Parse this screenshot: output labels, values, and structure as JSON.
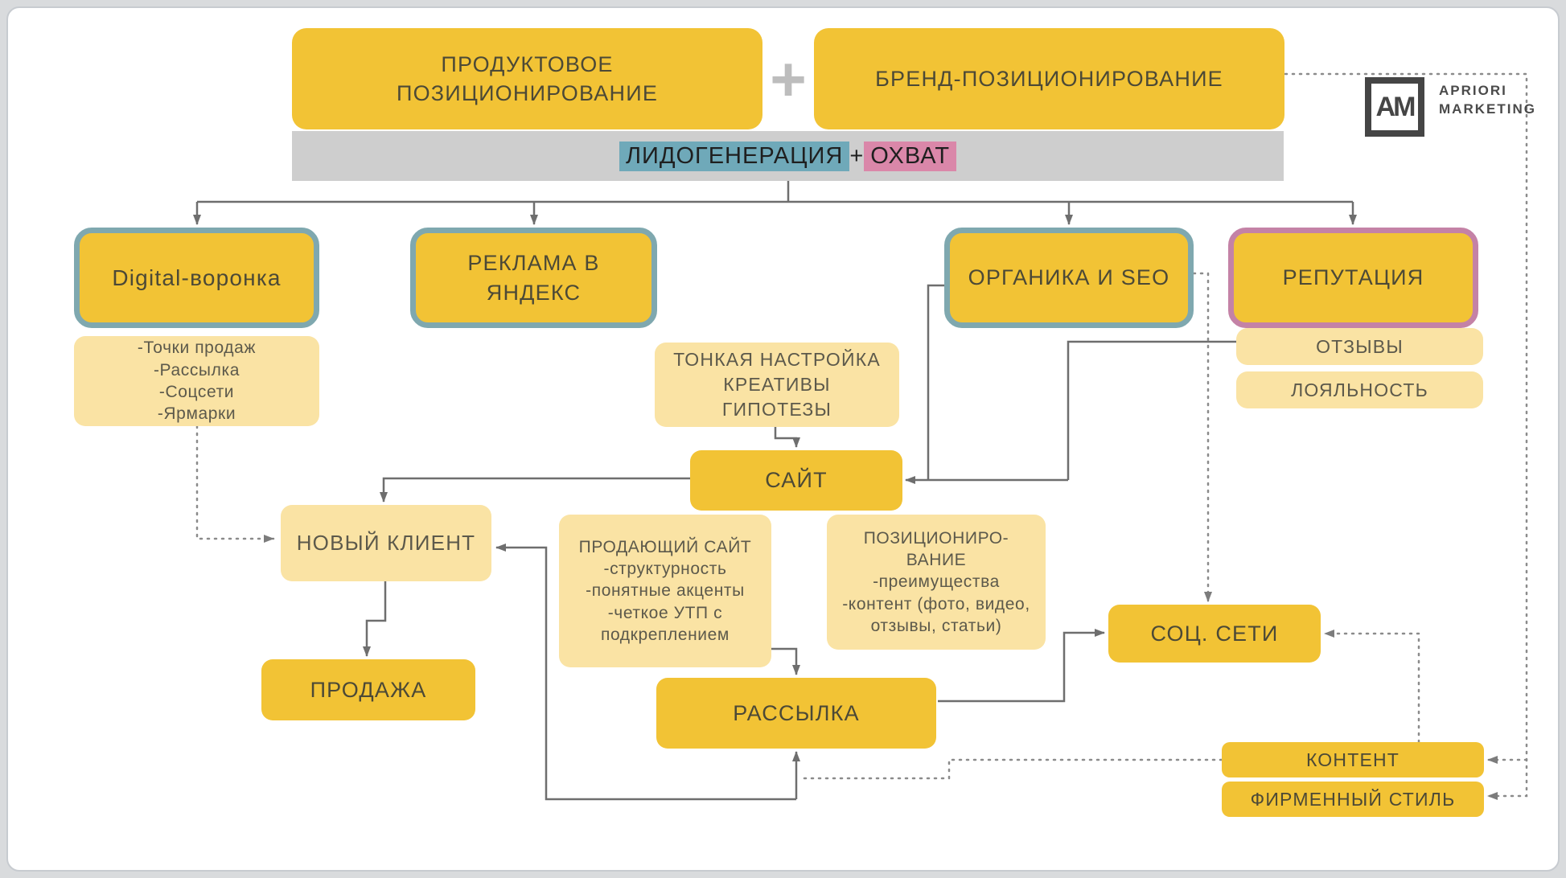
{
  "colors": {
    "bright_yellow": "#F2C335",
    "light_yellow": "#FAE3A4",
    "teal_border": "#7FA8AF",
    "pink_border": "#C482A6",
    "teal_highlight": "#6FA9B9",
    "pink_highlight": "#DA87A9",
    "gray_bar": "#CECECE",
    "line_solid": "#6e6e6e",
    "line_dotted": "#8b8b8b"
  },
  "logo": {
    "monogram": "AM",
    "name": "APRIORI\nMARKETING"
  },
  "top": {
    "product": "ПРОДУКТОВОЕ\nПОЗИЦИОНИРОВАНИЕ",
    "plus": "+",
    "brand": "БРЕНД-ПОЗИЦИОНИРОВАНИЕ"
  },
  "bar": {
    "lead": "ЛИДОГЕНЕРАЦИЯ",
    "plus": "+",
    "reach": "ОХВАТ"
  },
  "channels": {
    "digital": "Digital-воронка",
    "digital_details": "-Точки продаж\n-Рассылка\n-Соцсети\n-Ярмарки",
    "yandex": "РЕКЛАМА В\nЯНДЕКС",
    "organic": "ОРГАНИКА И SEO",
    "reputation": "РЕПУТАЦИЯ",
    "reviews": "ОТЗЫВЫ",
    "loyalty": "ЛОЯЛЬНОСТЬ"
  },
  "middle": {
    "tuning": "ТОНКАЯ НАСТРОЙКА\nКРЕАТИВЫ\nГИПОТЕЗЫ",
    "site": "САЙТ",
    "selling_site": "ПРОДАЮЩИЙ САЙТ\n-структурность\n-понятные акценты\n-четкое УТП с\nподкреплением",
    "positioning": "ПОЗИЦИОНИРО-\nВАНИЕ\n-преимущества\n-контент  (фото, видео,\nотзывы, статьи)",
    "new_client": "НОВЫЙ КЛИЕНТ",
    "sale": "ПРОДАЖА",
    "mailing": "РАССЫЛКА",
    "social": "СОЦ. СЕТИ",
    "content": "КОНТЕНТ",
    "brand_style": "ФИРМЕННЫЙ СТИЛЬ"
  }
}
